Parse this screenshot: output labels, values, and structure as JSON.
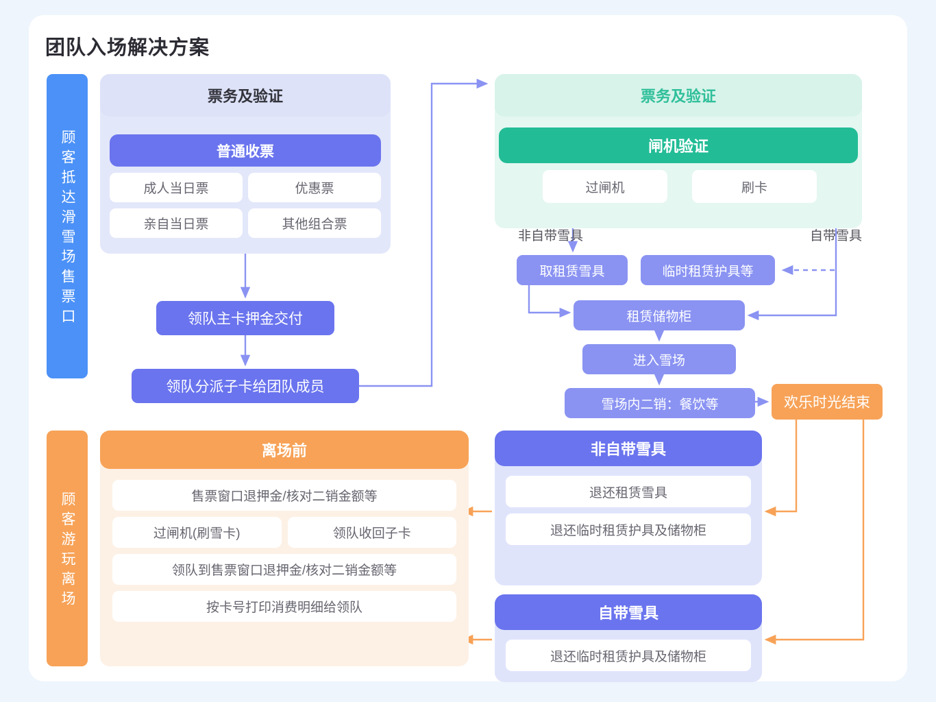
{
  "page": {
    "title": "团队入场解决方案",
    "background_color": "#eef5fc",
    "card_color": "#ffffff"
  },
  "colors": {
    "blue_lane": "#4b91f7",
    "orange_lane": "#f7a257",
    "purple_primary": "#6a74ee",
    "purple_light": "#8a93f2",
    "purple_panel": "#e0e4fb",
    "green_primary": "#22bc96",
    "green_panel": "#e4f7f1",
    "orange_primary": "#f7a257",
    "orange_panel": "#fdf1e6"
  },
  "lanes": {
    "arrival": "顾客抵达滑雪场售票口",
    "departure": "顾客游玩离场"
  },
  "ticketing_panel": {
    "title": "票务及验证",
    "subhead": "普通收票",
    "options": [
      "成人当日票",
      "优惠票",
      "亲自当日票",
      "其他组合票"
    ]
  },
  "gate_panel": {
    "title": "票务及验证",
    "subhead": "闸机验证",
    "options": [
      "过闸机",
      "刷卡"
    ]
  },
  "left_flow": {
    "leader_deposit": "领队主卡押金交付",
    "leader_assign": "领队分派子卡给团队成员"
  },
  "branches": {
    "no_own_gear_caption": "非自带雪具",
    "own_gear_caption": "自带雪具"
  },
  "right_flow": {
    "take_gear": "取租赁雪具",
    "temp_rent": "临时租赁护具等",
    "locker": "租赁储物柜",
    "enter_field": "进入雪场",
    "secondary_sale": "雪场内二销：餐饮等",
    "happy_end": "欢乐时光结束"
  },
  "before_leave_panel": {
    "title": "离场前",
    "rows": [
      "售票窗口退押金/核对二销金额等",
      "过闸机(刷雪卡)",
      "领队收回子卡",
      "领队到售票窗口退押金/核对二销金额等",
      "按卡号打印消费明细给领队"
    ]
  },
  "no_own_gear_panel": {
    "title": "非自带雪具",
    "rows": [
      "退还租赁雪具",
      "退还临时租赁护具及储物柜"
    ]
  },
  "own_gear_panel": {
    "title": "自带雪具",
    "rows": [
      "退还临时租赁护具及储物柜"
    ]
  }
}
